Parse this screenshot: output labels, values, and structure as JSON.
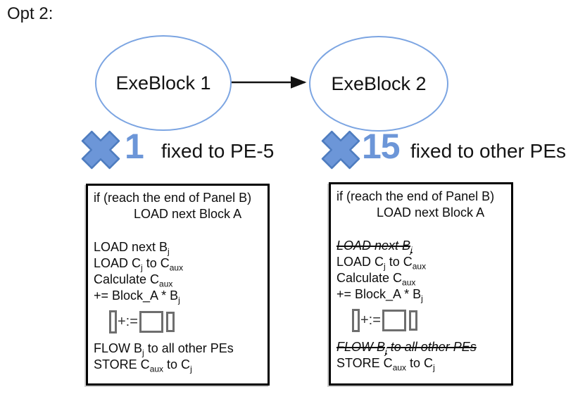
{
  "title": "Opt 2:",
  "colors": {
    "node_stroke": "#7ca5e2",
    "cross_fill": "#6c96d8",
    "cross_stroke": "#4e7cbf",
    "count_text": "#6c96d8",
    "arrow": "#111111",
    "box_border": "#000000",
    "shape_stroke": "#6e6e6e"
  },
  "icons": {
    "multiplier": "x-cross-icon"
  },
  "diagram": {
    "nodes": [
      {
        "label": "ExeBlock 1"
      },
      {
        "label": "ExeBlock 2"
      }
    ],
    "multipliers": [
      {
        "count": "1",
        "label": "fixed to PE-5"
      },
      {
        "count": "15",
        "label": "fixed to other PEs"
      }
    ]
  },
  "graphic": {
    "operator": "+:="
  },
  "boxes": [
    {
      "id": "pe5",
      "lines": [
        {
          "segments": [
            {
              "t": "if (reach the end of Panel B)"
            }
          ]
        },
        {
          "indent": true,
          "segments": [
            {
              "t": "LOAD next Block A"
            }
          ]
        },
        {
          "blank": true
        },
        {
          "segments": [
            {
              "t": "LOAD next B"
            },
            {
              "t": "j",
              "sub": true
            }
          ]
        },
        {
          "segments": [
            {
              "t": "LOAD C"
            },
            {
              "t": "j",
              "sub": true
            },
            {
              "t": " to C"
            },
            {
              "t": "aux",
              "sub": true
            }
          ]
        },
        {
          "segments": [
            {
              "t": "Calculate C"
            },
            {
              "t": "aux",
              "sub": true
            }
          ]
        },
        {
          "segments": [
            {
              "t": " += Block_A * B"
            },
            {
              "t": "j",
              "sub": true
            }
          ]
        },
        {
          "graphic": true
        },
        {
          "segments": [
            {
              "t": "FLOW B"
            },
            {
              "t": "j",
              "sub": true
            },
            {
              "t": " to all other PEs"
            }
          ]
        },
        {
          "segments": [
            {
              "t": "STORE C"
            },
            {
              "t": "aux",
              "sub": true
            },
            {
              "t": " to C"
            },
            {
              "t": "j",
              "sub": true
            }
          ]
        }
      ]
    },
    {
      "id": "other-pes",
      "lines": [
        {
          "segments": [
            {
              "t": "if (reach the end of Panel B)"
            }
          ]
        },
        {
          "indent": true,
          "segments": [
            {
              "t": "LOAD next Block A"
            }
          ]
        },
        {
          "blank": true
        },
        {
          "struck": true,
          "segments": [
            {
              "t": "LOAD next B"
            },
            {
              "t": "j",
              "sub": true
            }
          ]
        },
        {
          "segments": [
            {
              "t": "LOAD C"
            },
            {
              "t": "j",
              "sub": true
            },
            {
              "t": " to C"
            },
            {
              "t": "aux",
              "sub": true
            }
          ]
        },
        {
          "segments": [
            {
              "t": "Calculate C"
            },
            {
              "t": "aux",
              "sub": true
            }
          ]
        },
        {
          "segments": [
            {
              "t": " += Block_A * B"
            },
            {
              "t": "j",
              "sub": true
            }
          ]
        },
        {
          "graphic": true
        },
        {
          "struck": true,
          "segments": [
            {
              "t": "FLOW B"
            },
            {
              "t": "j",
              "sub": true
            },
            {
              "t": " to all other PEs"
            }
          ]
        },
        {
          "segments": [
            {
              "t": "STORE C"
            },
            {
              "t": "aux",
              "sub": true
            },
            {
              "t": " to C"
            },
            {
              "t": "j",
              "sub": true
            }
          ]
        }
      ]
    }
  ]
}
